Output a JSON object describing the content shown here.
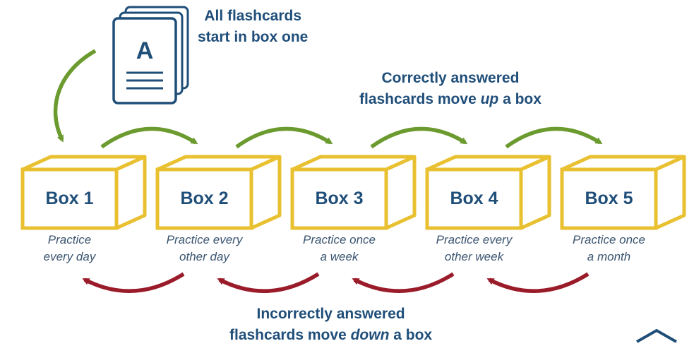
{
  "notes": {
    "start": {
      "line1": "All flashcards",
      "line2": "start in box one"
    },
    "up": {
      "line1": "Correctly answered",
      "line2_before": "flashcards move ",
      "line2_emph": "up",
      "line2_after": " a box"
    },
    "down": {
      "line1": "Incorrectly answered",
      "line2_before": "flashcards move ",
      "line2_emph": "down",
      "line2_after": " a box"
    }
  },
  "card_stack": {
    "letter": "A"
  },
  "boxes": [
    {
      "label": "Box 1",
      "freq1": "Practice",
      "freq2": "every day"
    },
    {
      "label": "Box 2",
      "freq1": "Practice every",
      "freq2": "other day"
    },
    {
      "label": "Box 3",
      "freq1": "Practice once",
      "freq2": "a week"
    },
    {
      "label": "Box 4",
      "freq1": "Practice every",
      "freq2": "other week"
    },
    {
      "label": "Box 5",
      "freq1": "Practice once",
      "freq2": "a month"
    }
  ],
  "colors": {
    "box_outline": "#e8c030",
    "text_navy": "#1f4e79",
    "arrow_up": "#6b9a2e",
    "arrow_down": "#9a1c2a",
    "card_outline": "#1f4e79"
  }
}
